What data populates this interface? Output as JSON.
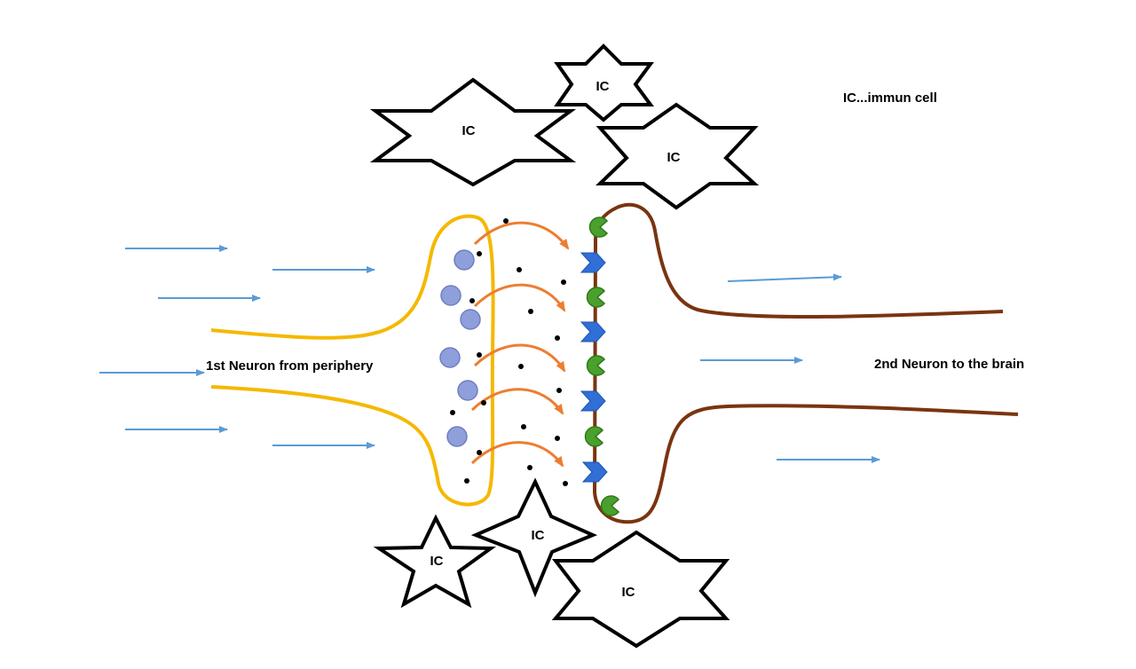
{
  "legend": {
    "text": "IC...immun cell"
  },
  "neurons": {
    "first": {
      "label": "1st Neuron from periphery",
      "color": "#f5b800"
    },
    "second": {
      "label": "2nd Neuron to the brain",
      "color": "#7a3410"
    }
  },
  "immune_cells": [
    {
      "label": "IC",
      "shape": "hexagram"
    },
    {
      "label": "IC",
      "shape": "hexagram"
    },
    {
      "label": "IC",
      "shape": "hexagram"
    },
    {
      "label": "IC",
      "shape": "pentagram"
    },
    {
      "label": "IC",
      "shape": "pentagram"
    },
    {
      "label": "IC",
      "shape": "hexagram"
    }
  ],
  "colors": {
    "signal_arrow": "#5b9bd5",
    "release_arrow": "#ed7d31",
    "vesicle": "#8f9fdb",
    "receptor_green": "#4aa02c",
    "receptor_blue": "#2f6fd6",
    "neurotransmitter": "#000000"
  }
}
